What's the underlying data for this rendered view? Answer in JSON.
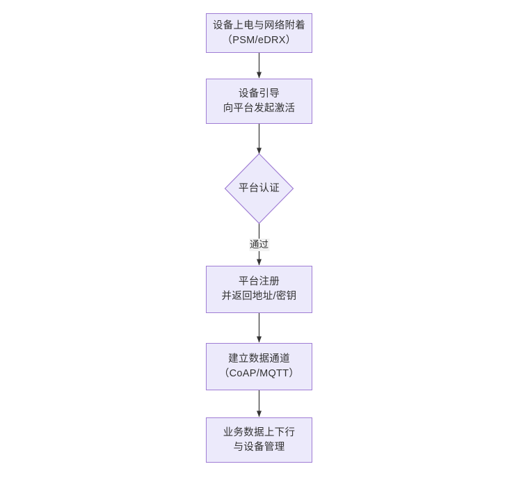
{
  "diagram": {
    "type": "flowchart",
    "direction": "top-to-bottom",
    "title": "",
    "background_color": "#FFFFFF",
    "node_fill_color": "#ECEAFB",
    "node_border_color": "#9F7CD4",
    "text_color": "#333333",
    "edge_color": "#333333",
    "edge_label_background": "#F2F2F2",
    "nodes": [
      {
        "id": "n1",
        "shape": "rectangle",
        "line1": "设备上电与网络附着",
        "line2": "（PSM/eDRX）"
      },
      {
        "id": "n2",
        "shape": "rectangle",
        "line1": "设备引导",
        "line2": "向平台发起激活"
      },
      {
        "id": "n3",
        "shape": "diamond",
        "line1": "平台认证",
        "line2": ""
      },
      {
        "id": "n4",
        "shape": "rectangle",
        "line1": "平台注册",
        "line2": "并返回地址/密钥"
      },
      {
        "id": "n5",
        "shape": "rectangle",
        "line1": "建立数据通道",
        "line2": "（CoAP/MQTT）"
      },
      {
        "id": "n6",
        "shape": "rectangle",
        "line1": "业务数据上下行",
        "line2": "与设备管理"
      }
    ],
    "edges": [
      {
        "id": "e1",
        "from": "n1",
        "to": "n2",
        "label": ""
      },
      {
        "id": "e2",
        "from": "n2",
        "to": "n3",
        "label": ""
      },
      {
        "id": "e3",
        "from": "n3",
        "to": "n4",
        "label": "通过"
      },
      {
        "id": "e4",
        "from": "n4",
        "to": "n5",
        "label": ""
      },
      {
        "id": "e5",
        "from": "n5",
        "to": "n6",
        "label": ""
      }
    ]
  }
}
